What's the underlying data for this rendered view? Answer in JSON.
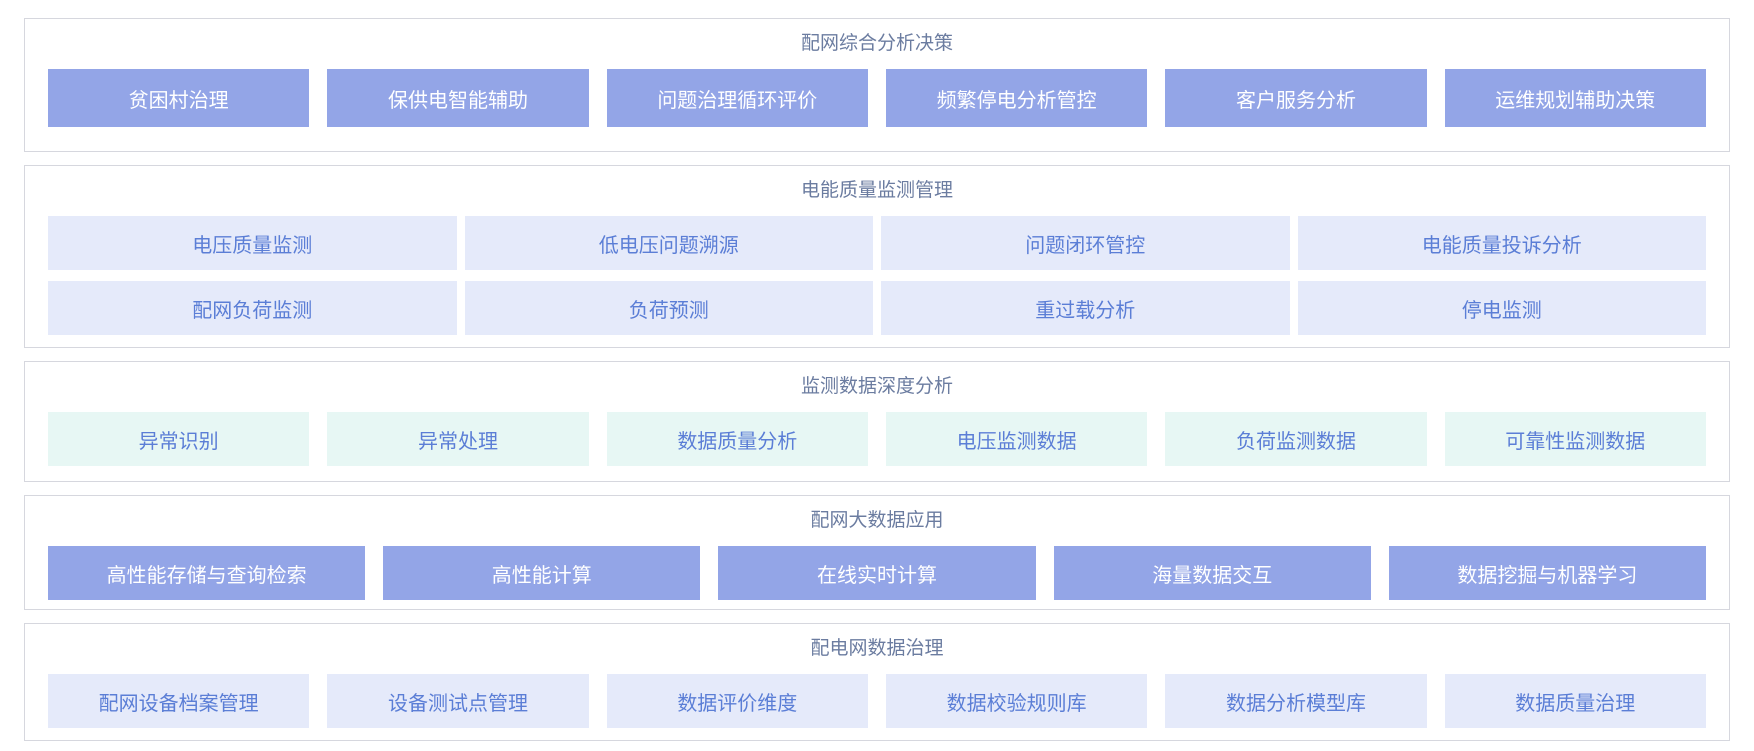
{
  "colors": {
    "solid": "#93a5e7",
    "lavender": "#e5eafa",
    "mint": "#e7f7f4",
    "tile-text": "#5b7ed6",
    "title-text": "#6b7ca0",
    "panel-border": "#d6d7de",
    "page-bg": "#ffffff"
  },
  "sections": [
    {
      "title": "配网综合分析决策",
      "style": "solid",
      "rows": [
        [
          "贫困村治理",
          "保供电智能辅助",
          "问题治理循环评价",
          "频繁停电分析管控",
          "客户服务分析",
          "运维规划辅助决策"
        ]
      ]
    },
    {
      "title": "电能质量监测管理",
      "style": "lavender",
      "rows": [
        [
          "电压质量监测",
          "低电压问题溯源",
          "问题闭环管控",
          "电能质量投诉分析"
        ],
        [
          "配网负荷监测",
          "负荷预测",
          "重过载分析",
          "停电监测"
        ]
      ]
    },
    {
      "title": "监测数据深度分析",
      "style": "mint",
      "rows": [
        [
          "异常识别",
          "异常处理",
          "数据质量分析",
          "电压监测数据",
          "负荷监测数据",
          "可靠性监测数据"
        ]
      ]
    },
    {
      "title": "配网大数据应用",
      "style": "solid",
      "rows": [
        [
          "高性能存储与查询检索",
          "高性能计算",
          "在线实时计算",
          "海量数据交互",
          "数据挖掘与机器学习"
        ]
      ]
    },
    {
      "title": "配电网数据治理",
      "style": "lavender",
      "rows": [
        [
          "配网设备档案管理",
          "设备测试点管理",
          "数据评价维度",
          "数据校验规则库",
          "数据分析模型库",
          "数据质量治理"
        ]
      ]
    }
  ]
}
